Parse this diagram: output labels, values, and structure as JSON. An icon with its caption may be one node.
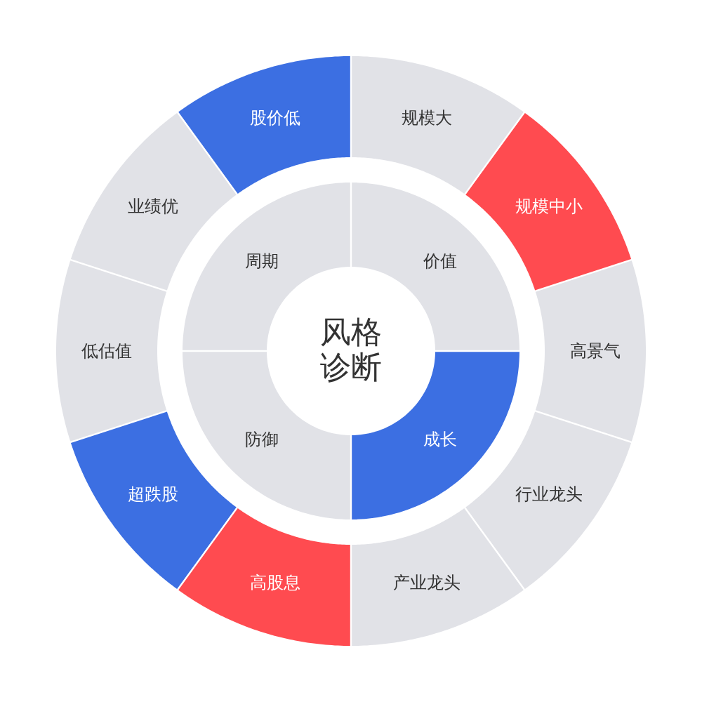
{
  "diagram": {
    "nodes": [
      {
        "text": [
          "风格诊断"
        ]
      },
      {
        "text": [
          "价值"
        ]
      },
      {
        "text": [
          "成长"
        ]
      },
      {
        "text": [
          "防御"
        ]
      },
      {
        "text": [
          "周期"
        ]
      },
      {
        "text": [
          "规模大"
        ]
      },
      {
        "text": [
          "规模中小"
        ]
      },
      {
        "text": [
          "高景气"
        ]
      },
      {
        "text": [
          "行业龙头"
        ]
      },
      {
        "text": [
          "产业龙头"
        ]
      },
      {
        "text": [
          "高股息"
        ]
      },
      {
        "text": [
          "超跌股"
        ]
      },
      {
        "text": [
          "低估值"
        ]
      },
      {
        "text": [
          "业绩优"
        ]
      },
      {
        "text": [
          "股价低"
        ]
      }
    ]
  }
}
